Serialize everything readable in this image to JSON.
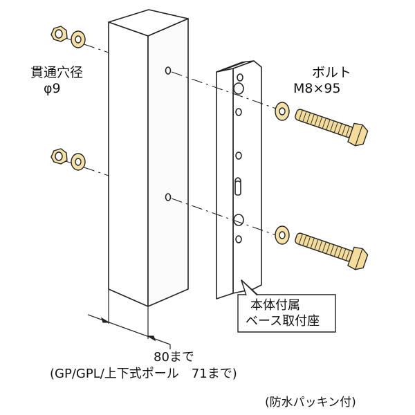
{
  "hole": {
    "title": "貫通穴径",
    "diameter": "φ9"
  },
  "bolt": {
    "name": "ボルト",
    "size": "M8×95"
  },
  "base": {
    "line1": "本体付属",
    "line2": "ベース取付座"
  },
  "dimension": {
    "value": "80まで",
    "note": "(GP/GPL/上下式ポール　71まで)"
  },
  "footnote": "(防水パッキン付)",
  "colors": {
    "outline": "#222222",
    "bolt_fill": "#f4dc9c",
    "washer_fill": "#f6e2a8",
    "post_fill": "#ffffff"
  }
}
